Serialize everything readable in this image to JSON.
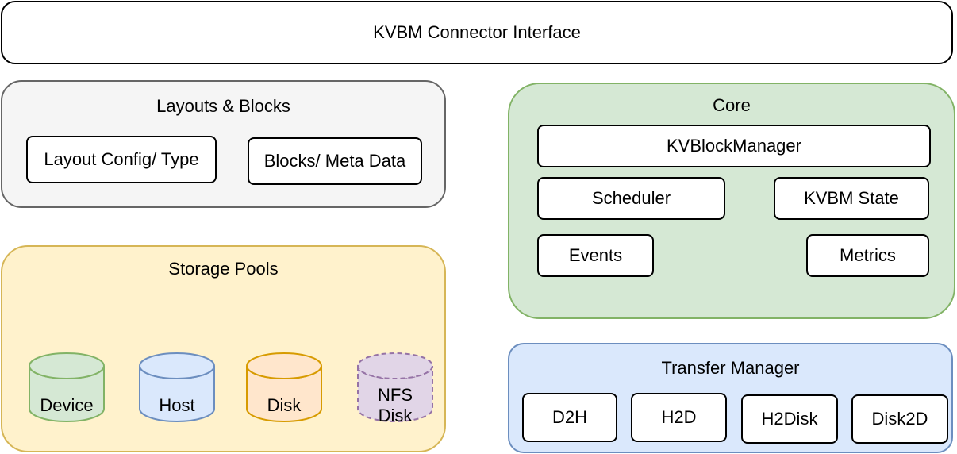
{
  "header": {
    "title": "KVBM Connector Interface"
  },
  "layouts": {
    "title": "Layouts & Blocks",
    "items": [
      "Layout Config/ Type",
      "Blocks/ Meta Data"
    ],
    "fill": "#f5f5f5",
    "stroke": "#666666"
  },
  "core": {
    "title": "Core",
    "manager": "KVBlockManager",
    "scheduler": "Scheduler",
    "state": "KVBM State",
    "events": "Events",
    "metrics": "Metrics",
    "fill": "#d5e8d4",
    "stroke": "#82b366"
  },
  "storage": {
    "title": "Storage Pools",
    "fill": "#fff2cc",
    "stroke": "#d6b656",
    "pools": [
      {
        "label": "Device",
        "fill": "#d5e8d4",
        "stroke": "#82b366",
        "dashed": false
      },
      {
        "label": "Host",
        "fill": "#dae8fc",
        "stroke": "#6c8ebf",
        "dashed": false
      },
      {
        "label": "Disk",
        "fill": "#ffe6cc",
        "stroke": "#d79b00",
        "dashed": false
      },
      {
        "label": "NFS\nDisk",
        "fill": "#e1d5e7",
        "stroke": "#9673a6",
        "dashed": true
      }
    ]
  },
  "transfer": {
    "title": "Transfer Manager",
    "items": [
      "D2H",
      "H2D",
      "H2Disk",
      "Disk2D"
    ],
    "fill": "#dae8fc",
    "stroke": "#6c8ebf"
  }
}
